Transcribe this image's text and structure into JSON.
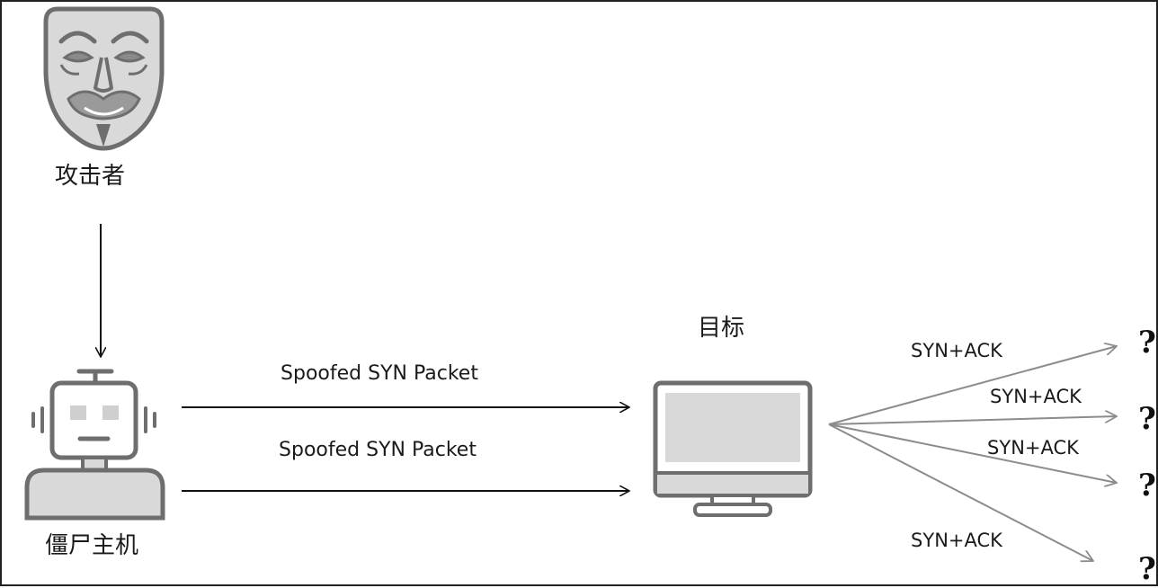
{
  "diagram": {
    "nodes": {
      "attacker": {
        "label": "攻击者",
        "icon": "mask-icon"
      },
      "zombie": {
        "label": "僵尸主机",
        "icon": "robot-icon"
      },
      "target": {
        "label": "目标",
        "icon": "monitor-icon"
      }
    },
    "edges": {
      "attacker_to_zombie": {
        "label": ""
      },
      "spoofed_1": {
        "label": "Spoofed SYN Packet"
      },
      "spoofed_2": {
        "label": "Spoofed SYN Packet"
      },
      "reply_1": {
        "label": "SYN+ACK"
      },
      "reply_2": {
        "label": "SYN+ACK"
      },
      "reply_3": {
        "label": "SYN+ACK"
      },
      "reply_4": {
        "label": "SYN+ACK"
      }
    },
    "unknown_marks": [
      "?",
      "?",
      "?",
      "?"
    ],
    "colors": {
      "line": "#111111",
      "reply_line": "#8c8c8c",
      "icon_fill": "#d9d9d9",
      "icon_stroke": "#6e6e6e"
    }
  }
}
